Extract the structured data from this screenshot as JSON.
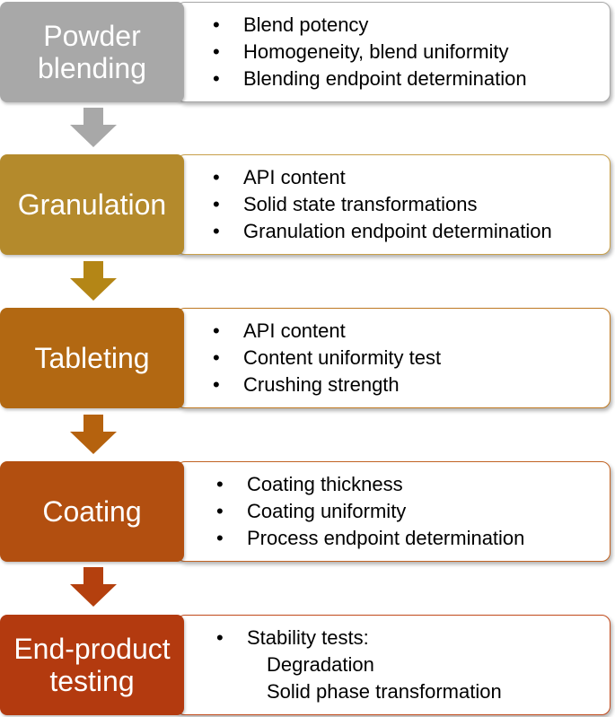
{
  "stages": [
    {
      "title": "Powder\nblending",
      "color": "#a8a8a8",
      "border": "#a8a8a8",
      "items": [
        {
          "text": "Blend potency",
          "bullet": "•"
        },
        {
          "text": "Homogeneity, blend uniformity",
          "bullet": "•"
        },
        {
          "text": "Blending endpoint determination",
          "bullet": "•"
        }
      ]
    },
    {
      "title": "Granulation",
      "color": "#b48a2c",
      "border": "#c9a04a",
      "items": [
        {
          "text": "API content",
          "bullet": "•"
        },
        {
          "text": "Solid state transformations",
          "bullet": "•"
        },
        {
          "text": "Granulation endpoint determination",
          "bullet": "•"
        }
      ]
    },
    {
      "title": "Tableting",
      "color": "#b26812",
      "border": "#c07a24",
      "items": [
        {
          "text": "API content",
          "bullet": "•"
        },
        {
          "text": "Content uniformity test",
          "bullet": "•"
        },
        {
          "text": "Crushing strength",
          "bullet": "•"
        }
      ]
    },
    {
      "title": "Coating",
      "color": "#b24f10",
      "border": "#c26424",
      "items": [
        {
          "text": "Coating thickness",
          "bullet": "•"
        },
        {
          "text": "Coating uniformity",
          "bullet": "•"
        },
        {
          "text": "Process endpoint determination",
          "bullet": "•"
        }
      ]
    },
    {
      "title": "End-product\ntesting",
      "color": "#b33a0f",
      "border": "#c24a1c",
      "items": [
        {
          "text": "Stability tests:",
          "bullet": "•"
        },
        {
          "text": "Degradation",
          "bullet": ""
        },
        {
          "text": "Solid phase transformation",
          "bullet": ""
        }
      ]
    }
  ],
  "arrows": [
    {
      "color": "#a8a8a8",
      "icon": "down-arrow-icon"
    },
    {
      "color": "#b48616",
      "icon": "down-arrow-icon"
    },
    {
      "color": "#b5620e",
      "icon": "down-arrow-icon"
    },
    {
      "color": "#b4400e",
      "icon": "down-arrow-icon"
    }
  ]
}
